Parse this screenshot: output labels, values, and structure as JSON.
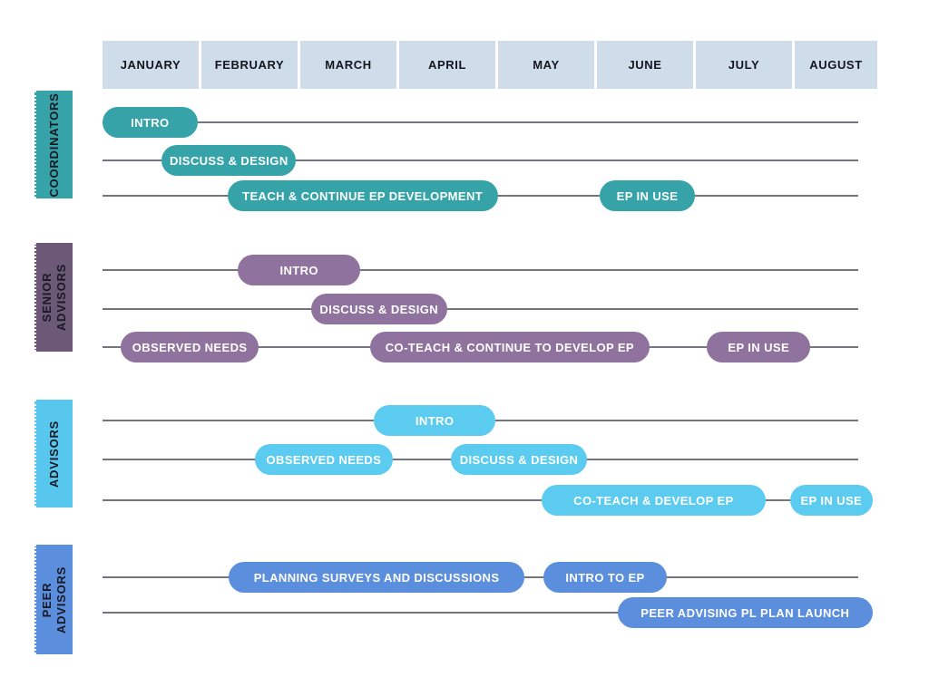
{
  "colors": {
    "background": "#ffffff",
    "header_cell_bg": "#cedde9",
    "header_text": "#15151e",
    "lane_label_text": "#191923",
    "track_line": "#75757d",
    "bar_text": "#ffffff",
    "teal": "#35a3a8",
    "purple": "#8f739e",
    "purple_dark": "#6c5977",
    "sky": "#5ccbf0",
    "blue": "#5b8edc"
  },
  "chart_data": {
    "type": "gantt",
    "title": "",
    "axis": {
      "unit": "month",
      "range": [
        0,
        8
      ],
      "tick_labels": [
        "JANUARY",
        "FEBRUARY",
        "MARCH",
        "APRIL",
        "MAY",
        "JUNE",
        "JULY",
        "AUGUST"
      ]
    },
    "legend_position": "left-lane-labels",
    "grid": "horizontal-track-lines",
    "lanes": [
      {
        "label": "COORDINATORS",
        "label_lines": [
          "COORDINATORS"
        ],
        "bar_color": "#35a3a8",
        "box_color": "#35a3a8",
        "bars": [
          {
            "label": "INTRO",
            "row": 0,
            "start": 0.0,
            "end": 0.98
          },
          {
            "label": "DISCUSS & DESIGN",
            "row": 1,
            "start": 0.61,
            "end": 2.0
          },
          {
            "label": "TEACH & CONTINUE EP DEVELOPMENT",
            "row": 2,
            "start": 1.29,
            "end": 4.08
          },
          {
            "label": "EP IN USE",
            "row": 2,
            "start": 5.13,
            "end": 6.12
          }
        ]
      },
      {
        "label": "SENIOR ADVISORS",
        "label_lines": [
          "SENIOR",
          "ADVISORS"
        ],
        "bar_color": "#8f739e",
        "box_color": "#6c5977",
        "bars": [
          {
            "label": "INTRO",
            "row": 0,
            "start": 1.4,
            "end": 2.66
          },
          {
            "label": "DISCUSS & DESIGN",
            "row": 1,
            "start": 2.15,
            "end": 3.56
          },
          {
            "label": "OBSERVED NEEDS",
            "row": 2,
            "start": 0.19,
            "end": 1.61
          },
          {
            "label": "CO-TEACH & CONTINUE TO DEVELOP EP",
            "row": 2,
            "start": 2.76,
            "end": 5.65
          },
          {
            "label": "EP IN USE",
            "row": 2,
            "start": 6.24,
            "end": 7.31
          }
        ]
      },
      {
        "label": "ADVISORS",
        "label_lines": [
          "ADVISORS"
        ],
        "bar_color": "#5ccbf0",
        "box_color": "#58c7ee",
        "bars": [
          {
            "label": "INTRO",
            "row": 0,
            "start": 2.8,
            "end": 4.06
          },
          {
            "label": "OBSERVED NEEDS",
            "row": 1,
            "start": 1.57,
            "end": 3.0
          },
          {
            "label": "DISCUSS & DESIGN",
            "row": 1,
            "start": 3.6,
            "end": 5.0
          },
          {
            "label": "CO-TEACH & DEVELOP EP",
            "row": 2,
            "start": 4.53,
            "end": 6.85
          },
          {
            "label": "EP IN USE",
            "row": 2,
            "start": 7.1,
            "end": 7.95
          }
        ]
      },
      {
        "label": "PEER ADVISORS",
        "label_lines": [
          "PEER",
          "ADVISORS"
        ],
        "bar_color": "#5b8edc",
        "box_color": "#5b8edc",
        "bars": [
          {
            "label": "PLANNING SURVEYS AND DISCUSSIONS",
            "row": 0,
            "start": 1.3,
            "end": 4.36
          },
          {
            "label": "INTRO TO EP",
            "row": 0,
            "start": 4.55,
            "end": 5.83
          },
          {
            "label": "PEER ADVISING PL PLAN LAUNCH",
            "row": 1,
            "start": 5.32,
            "end": 7.95
          }
        ]
      }
    ]
  }
}
